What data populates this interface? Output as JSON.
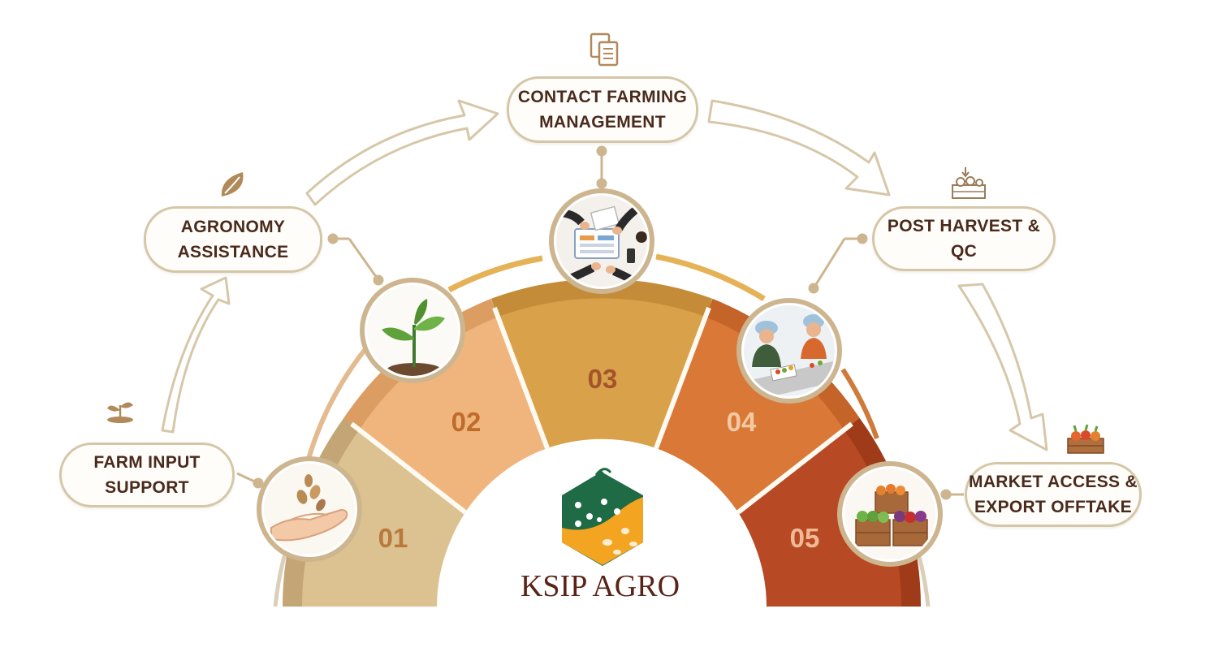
{
  "brand": {
    "name": "KSIP AGRO"
  },
  "steps": [
    {
      "number": "01",
      "label_line1": "FARM INPUT",
      "label_line2": "SUPPORT",
      "color": "#dcc191",
      "icon": "seeds-in-hand-icon"
    },
    {
      "number": "02",
      "label_line1": "AGRONOMY",
      "label_line2": "ASSISTANCE",
      "color": "#efb57d",
      "icon": "seedling-icon"
    },
    {
      "number": "03",
      "label_line1": "CONTACT FARMING",
      "label_line2": "MANAGEMENT",
      "color": "#d9a24a",
      "icon": "meeting-icon"
    },
    {
      "number": "04",
      "label_line1": "POST HARVEST & QC",
      "label_line2": "",
      "color": "#d97837",
      "icon": "workers-sorting-icon"
    },
    {
      "number": "05",
      "label_line1": "MARKET ACCESS &",
      "label_line2": "EXPORT OFFTAKE",
      "color": "#b74a24",
      "icon": "produce-crates-icon"
    }
  ],
  "colors": {
    "text": "#4a2a1c",
    "outline": "#d6c6a8",
    "arrow": "#d7c7a9"
  }
}
